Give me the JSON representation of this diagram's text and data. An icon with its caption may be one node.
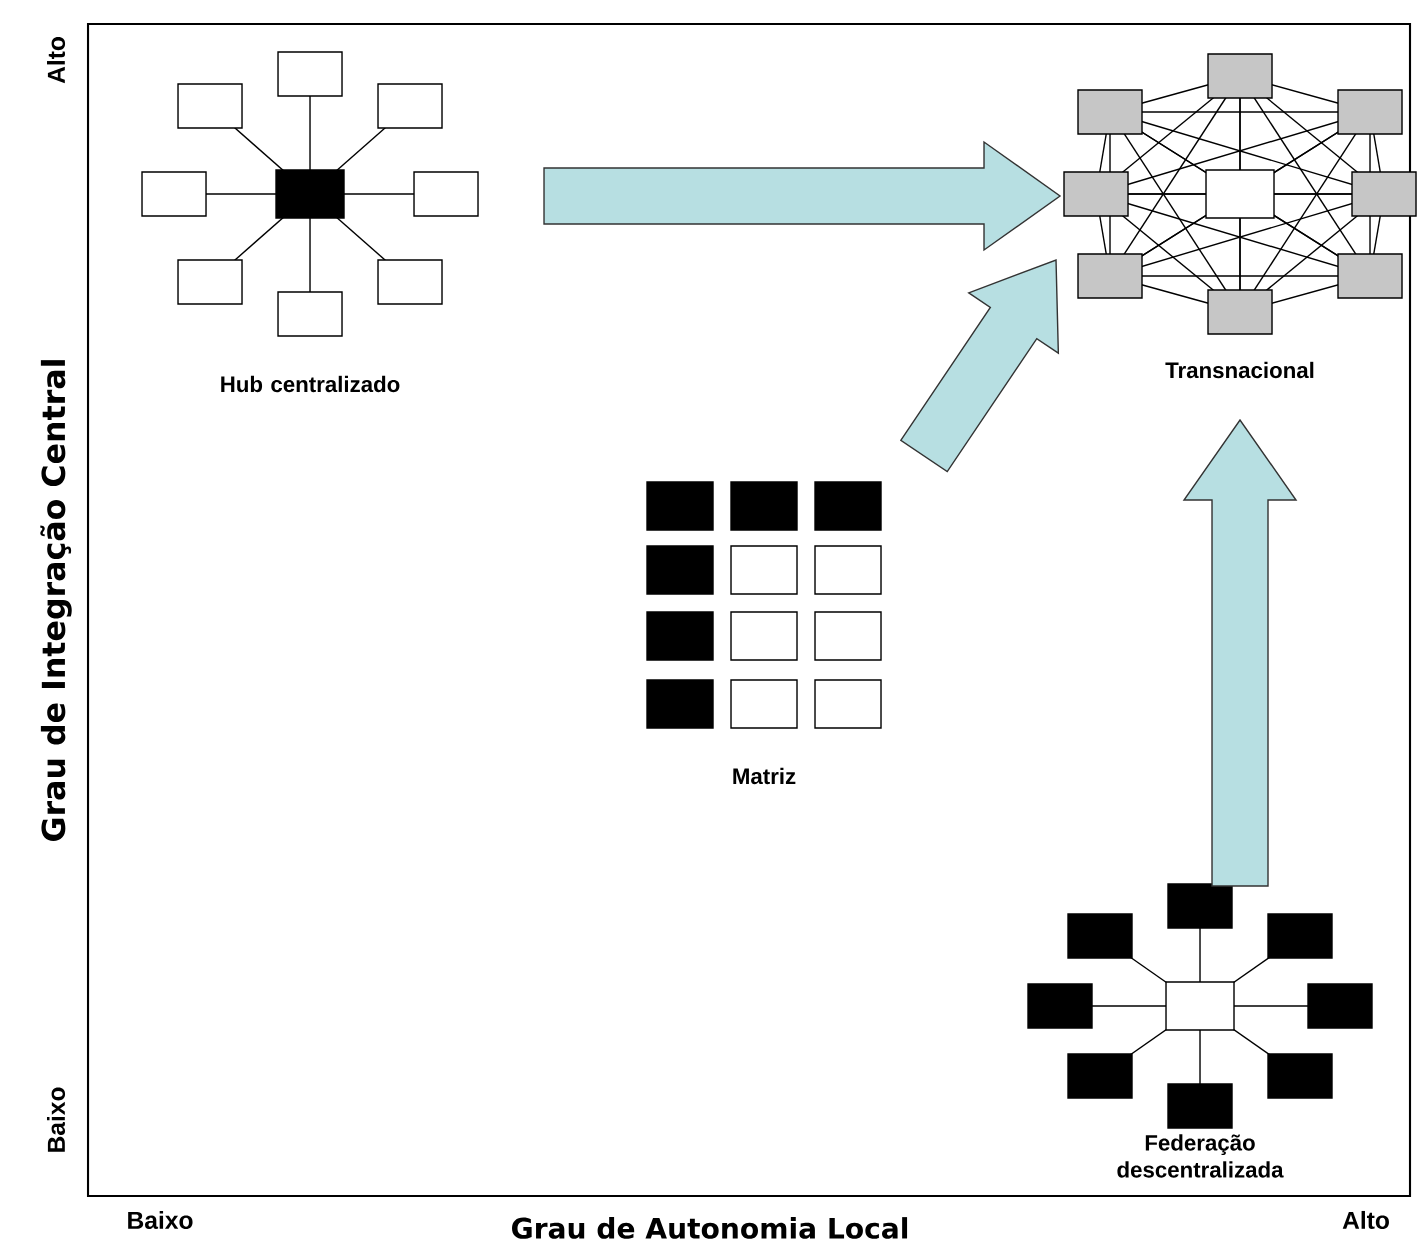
{
  "diagram": {
    "nodes": [
      {
        "text": [
          "Hub centralizado"
        ]
      },
      {
        "text": [
          "Transnacional"
        ]
      },
      {
        "text": [
          "Matriz"
        ]
      },
      {
        "text": [
          "Federação descentralizada"
        ]
      }
    ],
    "edges": [
      {
        "from": 0,
        "to": 1,
        "arrow": "to"
      },
      {
        "from": 2,
        "to": 1,
        "arrow": "to"
      },
      {
        "from": 3,
        "to": 1,
        "arrow": "to"
      }
    ],
    "labels": [
      "Alto",
      "Grau de Integração Central",
      "Baixo",
      "Baixo",
      "Grau de Autonomia Local",
      "Alto"
    ]
  }
}
